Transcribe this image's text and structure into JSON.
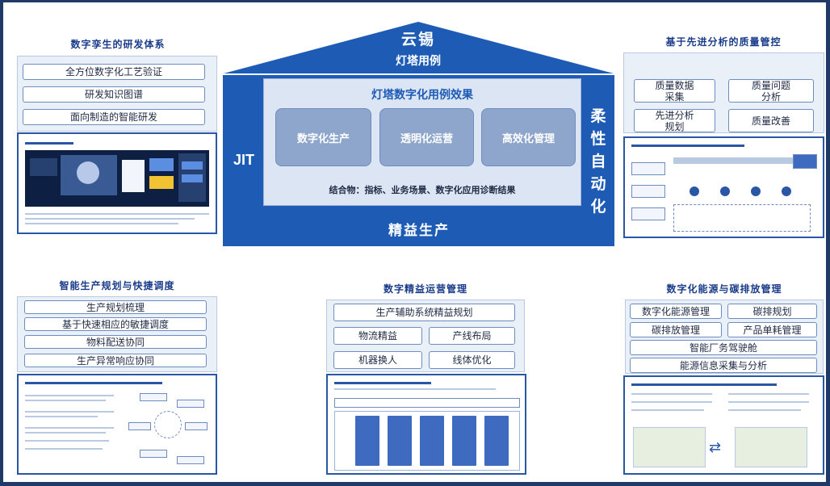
{
  "house": {
    "roof_title": "云锡",
    "roof_subtitle": "灯塔用例",
    "left_pillar": "JIT",
    "right_pillar": "柔性自动化",
    "inner_title": "灯塔数字化用例效果",
    "effects": [
      "数字化生产",
      "透明化运营",
      "高效化管理"
    ],
    "combination": "结合物：指标、业务场景、数字化应用诊断结果",
    "base": "精益生产"
  },
  "sections": {
    "top_left": {
      "title": "数字孪生的研发体系",
      "items": [
        "全方位数字化工艺验证",
        "研发知识图谱",
        "面向制造的智能研发"
      ]
    },
    "top_right": {
      "title": "基于先进分析的质量管控",
      "items": [
        "质量数据\n采集",
        "质量问题\n分析",
        "先进分析\n规划",
        "质量改善"
      ]
    },
    "bottom_left": {
      "title": "智能生产规划与快捷调度",
      "items": [
        "生产规划梳理",
        "基于快速相应的敏捷调度",
        "物料配送协同",
        "生产异常响应协同"
      ]
    },
    "bottom_center": {
      "title": "数字精益运营管理",
      "items": [
        "生产辅助系统精益规划",
        "物流精益",
        "产线布局",
        "机器换人",
        "线体优化"
      ]
    },
    "bottom_right": {
      "title": "数字化能源与碳排放管理",
      "items": [
        "数字化能源管理",
        "碳排规划",
        "碳排放管理",
        "产品单耗管理",
        "智能厂务驾驶舱",
        "能源信息采集与分析"
      ]
    }
  },
  "colors": {
    "border": "#1f3a66",
    "house_blue": "#1d5bb5",
    "title_blue": "#1a3c8a",
    "pill_border": "#6f8cc0",
    "panel_bg": "#eaf0f8"
  }
}
